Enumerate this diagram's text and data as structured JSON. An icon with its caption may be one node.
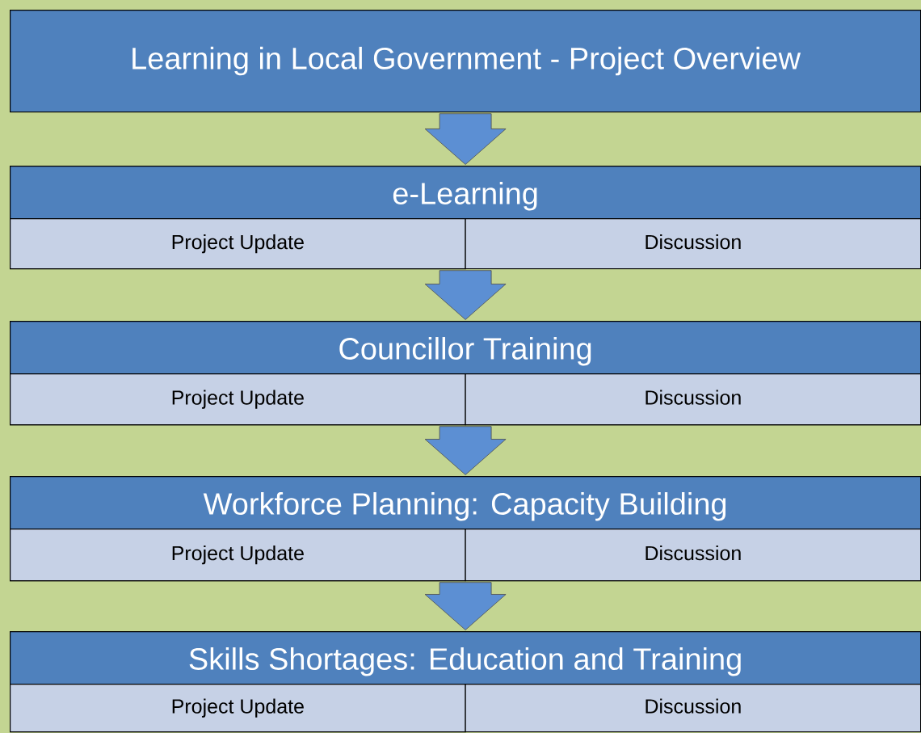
{
  "diagram": {
    "nodes": [
      {
        "text": [
          "Learning in Local Government - Project Overview"
        ]
      },
      {
        "text": [
          "e-Learning"
        ]
      },
      {
        "text": [
          "Project Update"
        ],
        "in": 1
      },
      {
        "text": [
          "Discussion"
        ],
        "in": 1
      },
      {
        "text": [
          "Councillor Training"
        ]
      },
      {
        "text": [
          "Project Update"
        ],
        "in": 4
      },
      {
        "text": [
          "Discussion"
        ],
        "in": 4
      },
      {
        "text": [
          "Workforce Planning: Capacity Building"
        ]
      },
      {
        "text": [
          "Project Update"
        ],
        "in": 7
      },
      {
        "text": [
          "Discussion"
        ],
        "in": 7
      },
      {
        "text": [
          "Skills Shortages: Education and Training"
        ]
      },
      {
        "text": [
          "Project Update"
        ],
        "in": 10
      },
      {
        "text": [
          "Discussion"
        ],
        "in": 10
      }
    ],
    "edges": [
      {
        "from": 0,
        "to": 1,
        "arrow": "to"
      },
      {
        "from": 1,
        "to": 4,
        "arrow": "to"
      },
      {
        "from": 4,
        "to": 7,
        "arrow": "to"
      },
      {
        "from": 7,
        "to": 10,
        "arrow": "to"
      }
    ]
  }
}
